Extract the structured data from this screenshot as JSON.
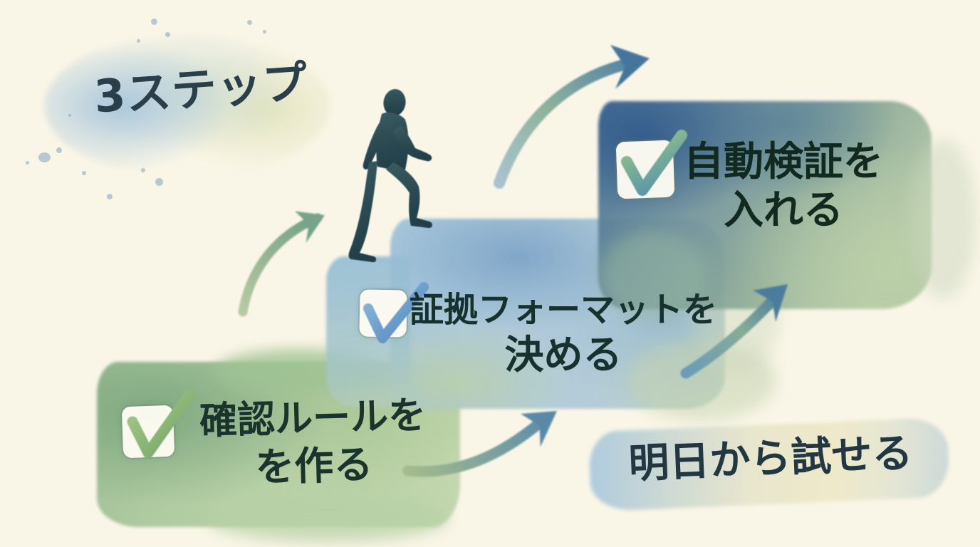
{
  "title": "3ステップ",
  "footer": "明日から試せる",
  "steps": [
    {
      "order": "1",
      "line1": "確認ルールを",
      "line2": "を作る",
      "check_color": "#6fa463",
      "check_color2": "#a9c98a",
      "checked": "true"
    },
    {
      "order": "2",
      "line1": "証拠フォーマットを",
      "line2": "決める",
      "check_color": "#4e86bd",
      "check_color2": "#8fb9dc",
      "checked": "true"
    },
    {
      "order": "3",
      "line1": "自動検証を",
      "line2": "入れる",
      "check_color": "#5796a8",
      "check_color2": "#9cc487",
      "checked": "true"
    }
  ],
  "colors": {
    "background": "#faf6e7",
    "title_text": "#2a3f4a",
    "step_text": "#1b332d",
    "footer_text": "#223742",
    "step1_wash_green": "#a9c79f",
    "step2_wash_blue": "#9fc2d9",
    "step3_wash_dark_blue": "#46749e",
    "step3_wash_green": "#a3bb96",
    "arrow_green": "#8fb28a",
    "arrow_blue": "#46759c",
    "person_silhouette": "#2c4b52"
  },
  "icons": {
    "checkbox": "checked-checkbox-icon",
    "arrow": "curved-up-arrow-icon",
    "person": "person-climbing-stairs-icon",
    "splatter": "paint-splatter-dots"
  }
}
